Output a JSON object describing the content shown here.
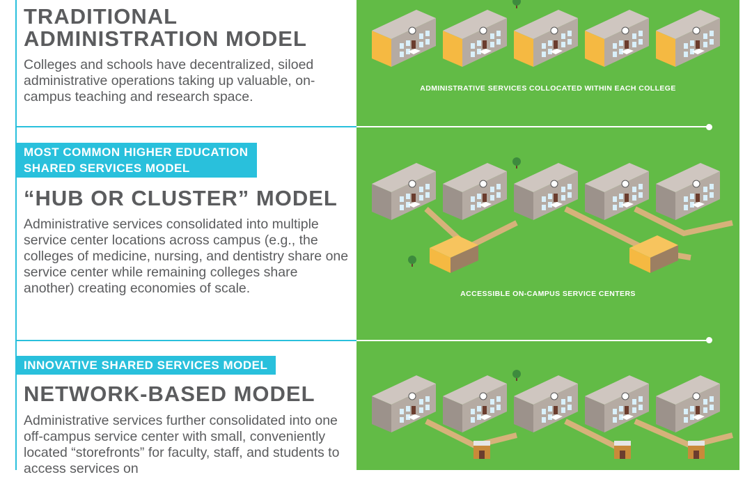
{
  "sections": [
    {
      "title_line1": "TRADITIONAL",
      "title_line2": "ADMINISTRATION MODEL",
      "description": "Colleges and schools have decentralized, siloed administrative operations taking up valuable, on-campus teaching and research space.",
      "caption": "ADMINISTRATIVE SERVICES COLLOCATED WITHIN EACH COLLEGE"
    },
    {
      "tag_line1": "MOST COMMON HIGHER EDUCATION",
      "tag_line2": "SHARED SERVICES MODEL",
      "title": "“HUB OR CLUSTER” MODEL",
      "description": "Administrative services consolidated into multiple service center locations across campus (e.g., the colleges of medicine, nursing, and dentistry share one service center while remaining colleges share another) creating economies of scale.",
      "caption": "ACCESSIBLE ON-CAMPUS SERVICE CENTERS"
    },
    {
      "tag": "INNOVATIVE SHARED SERVICES MODEL",
      "title": "NETWORK-BASED MODEL",
      "description": "Administrative services further consolidated into one off-campus service center with small, conveniently located “storefronts” for faculty, staff, and students to access services on"
    }
  ],
  "colors": {
    "accent": "#29c0dc",
    "lawn": "#62bb46",
    "text": "#5b5c5e",
    "admin": "#f5b942",
    "building": "#b5aba3"
  }
}
